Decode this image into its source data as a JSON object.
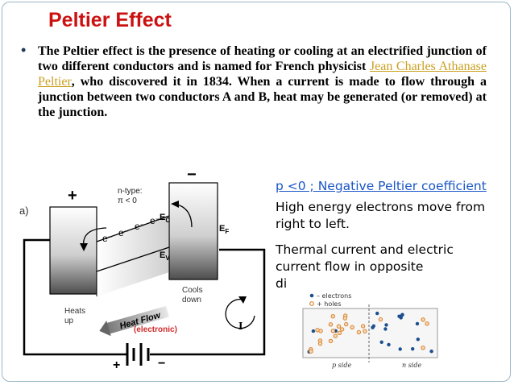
{
  "slide": {
    "title": "Peltier Effect",
    "bullet_symbol": "•",
    "para_before": "The Peltier effect is the presence of heating or cooling at an electrified junction of two different conductors and is named for French physicist ",
    "link_text": "Jean Charles Athanase Peltier",
    "para_after": ", who discovered it in 1834. When a current is made to flow through a junction between two conductors A and B, heat may be generated (or removed) at the junction."
  },
  "right_panel": {
    "coefficient": "p <0 ; Negative Peltier coefficient",
    "line1a": "High energy electrons move from",
    "line1b": "right to left.",
    "line2a": "Thermal current and electric",
    "line2b": "current flow in opposite",
    "line2c": "di"
  },
  "left_diagram": {
    "panel_label": "a)",
    "plus_top": "+",
    "minus_top": "−",
    "ntype_line1": "n-type:",
    "ntype_line2": "π < 0",
    "electron": "e⁻",
    "ec": "E",
    "ec_sub": "C",
    "ef": "E",
    "ef_sub": "F",
    "ev": "E",
    "ev_sub": "V",
    "heats_line1": "Heats",
    "heats_line2": "up",
    "cools_line1": "Cools",
    "cools_line2": "down",
    "heat_flow": "Heat Flow",
    "electronic": "(electronic)",
    "current": "I",
    "battery_plus": "+",
    "battery_minus": "−"
  },
  "inset": {
    "legend_electrons": "– electrons",
    "legend_holes": "+ holes",
    "p_side": "p side",
    "n_side": "n side"
  },
  "colors": {
    "title": "#cc1111",
    "link": "#c9a020",
    "coefficient": "#1a56c6",
    "electron_dot": "#1d4e8f",
    "hole_dot": "#d9822b",
    "frame": "#9ab7c8"
  }
}
